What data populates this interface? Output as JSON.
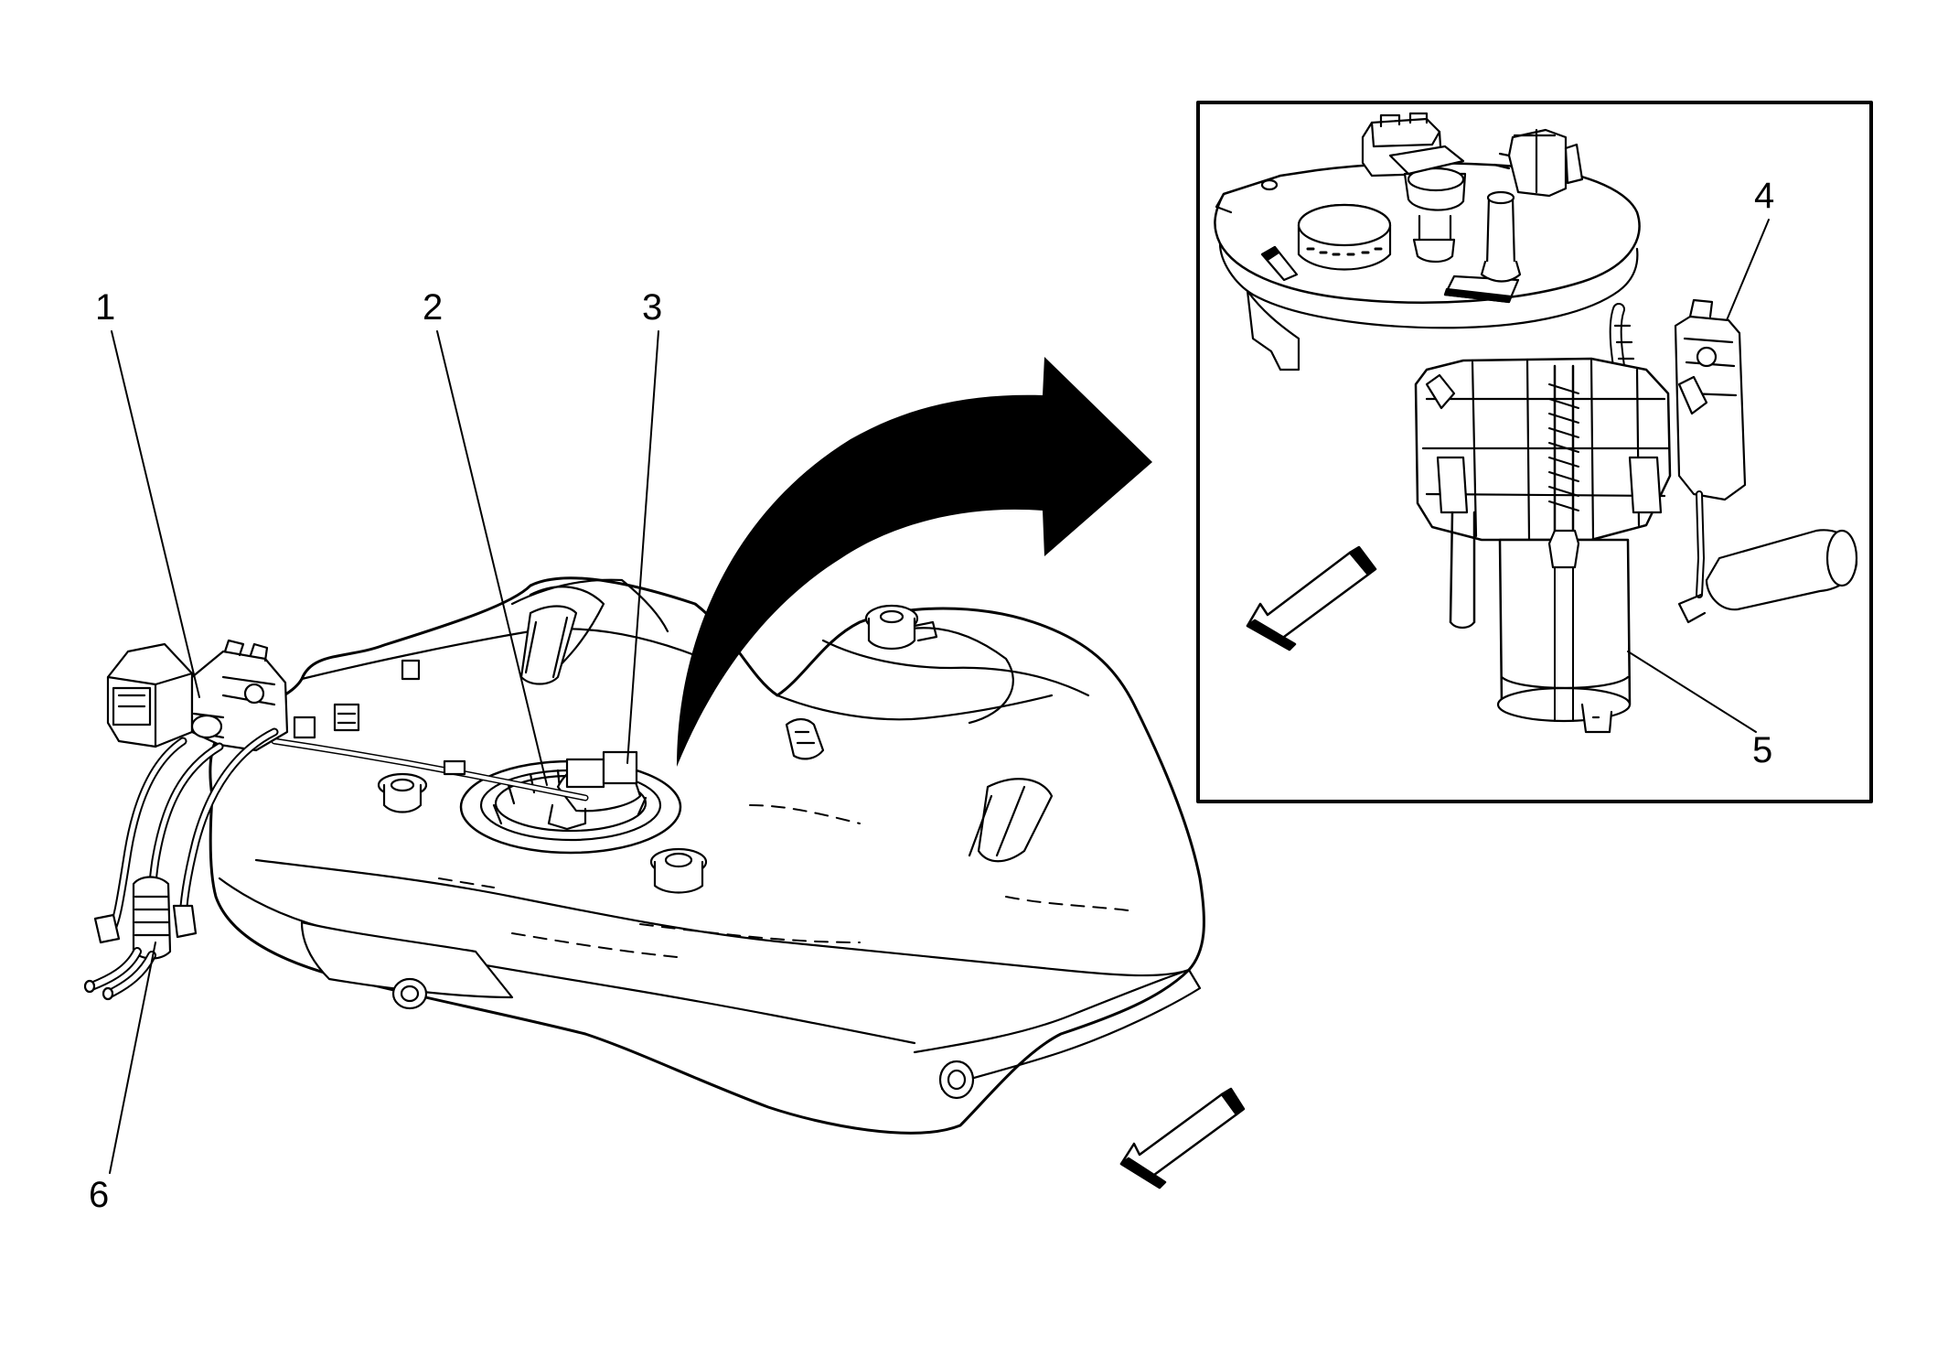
{
  "callouts": {
    "c1": "1",
    "c2": "2",
    "c3": "3",
    "c4": "4",
    "c5": "5",
    "c6": "6"
  },
  "colors": {
    "line": "#000000",
    "fill": "#ffffff"
  }
}
